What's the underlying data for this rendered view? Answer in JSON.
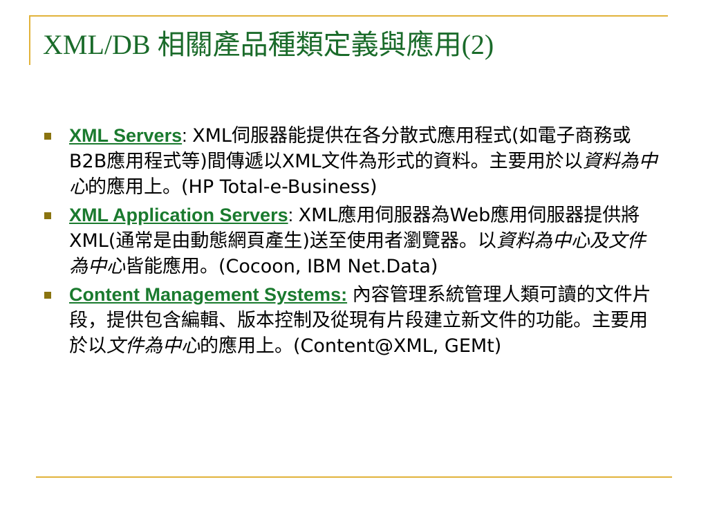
{
  "slide": {
    "title": "XML/DB 相關產品種類定義與應用(2)",
    "bullets": [
      {
        "term": "XML Servers",
        "sep": ": ",
        "text1": "XML伺服器能提供在各分散式應用程式(如電子商務或B2B應用程式等)間傳遞以XML文件為形式的資料。主要用於以",
        "emph1": "資料為中心",
        "text2": "的應用上。(HP Total-e-Business)"
      },
      {
        "term": "XML Application Servers",
        "sep": ": ",
        "text1": "XML應用伺服器為Web應用伺服器提供將XML(通常是由動態網頁產生)送至使用者瀏覽器。以",
        "emph1": "資料為中心及文件為中心",
        "text2": "皆能應用。(Cocoon, IBM Net.Data)"
      },
      {
        "term": "Content Management Systems:",
        "sep": " ",
        "text1": "內容管理系統管理人類可讀的文件片段，提供包含編輯、版本控制及從現有片段建立新文件的功能。主要用於以",
        "emph1": "文件為中心",
        "text2": "的應用上。(Content@XML, GEMt)"
      }
    ]
  },
  "colors": {
    "title": "#1a6b2a",
    "term": "#1a7a2e",
    "frame": "#e1b33a",
    "bullet_marker": "#8a7410"
  }
}
